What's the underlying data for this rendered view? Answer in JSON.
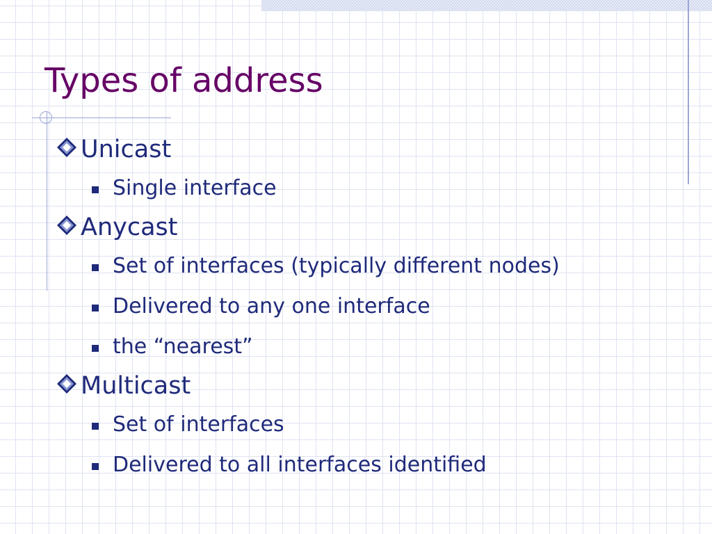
{
  "slide": {
    "title": "Types of address",
    "items": [
      {
        "label": "Unicast",
        "sub": [
          "Single interface"
        ]
      },
      {
        "label": "Anycast",
        "sub": [
          "Set of interfaces (typically different nodes)",
          "Delivered to any one interface",
          "the “nearest”"
        ]
      },
      {
        "label": "Multicast",
        "sub": [
          "Set of interfaces",
          "Delivered to all interfaces identified"
        ]
      }
    ]
  },
  "colors": {
    "title": "#660066",
    "body_text": "#1f2a7a",
    "accent_rule": "#9aa6d6",
    "grid": "#dfe3f1"
  },
  "icons": {
    "level1_bullet": "diamond-icon",
    "level2_bullet": "square-icon"
  }
}
